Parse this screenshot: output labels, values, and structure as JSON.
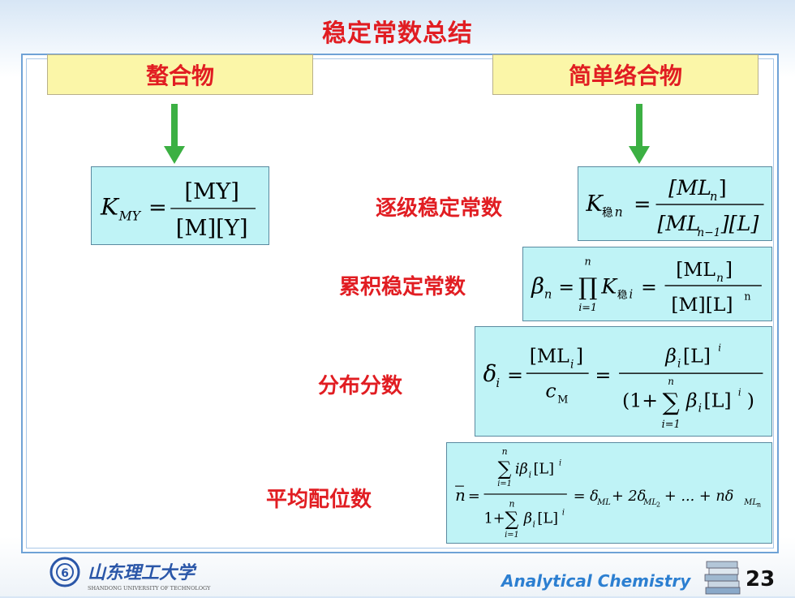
{
  "slide": {
    "title": "稳定常数总结",
    "left_header": "螯合物",
    "right_header": "简单络合物",
    "labels": {
      "stepwise": "逐级稳定常数",
      "cumulative": "累积稳定常数",
      "distribution": "分布分数",
      "average": "平均配位数"
    },
    "formulas": {
      "chelate": {
        "K": "K",
        "sub": "MY",
        "num": "[MY]",
        "den": "[M][Y]"
      },
      "stepwise": {
        "K": "K",
        "sub_cn": "稳",
        "sub_n": "n",
        "num": "[ML",
        "num_sub": "n",
        "num_close": "]",
        "den_a": "[ML",
        "den_sub": "n−1",
        "den_b": "][L]"
      },
      "cumulative": {
        "beta": "β",
        "sub_n": "n",
        "prod_top": "n",
        "prod_bottom": "i=1",
        "K": "K",
        "sub_cn": "稳",
        "sub_i": "i",
        "num": "[ML",
        "num_sub": "n",
        "num_close": "]",
        "den": "[M][L]",
        "den_sup": "n"
      },
      "distribution": {
        "delta": "δ",
        "sub_i": "i",
        "num1": "[ML",
        "num1_sub": "i",
        "num1_close": "]",
        "den1": "c",
        "den1_sub": "M",
        "num2": "β",
        "num2_sub": "i",
        "num2_rest": "[L]",
        "num2_sup": "i",
        "den2_open": "(1+",
        "sum_top": "n",
        "sum_bottom": "i=1",
        "den2_beta": "β",
        "den2_sub": "i",
        "den2_rest": "[L]",
        "den2_sup": "i",
        "den2_close": ")"
      },
      "average": {
        "nbar": "n",
        "num_sum_top": "n",
        "num_sum_bottom": "i=1",
        "num_term": "iβ",
        "num_sub": "i",
        "num_rest": "[L]",
        "num_sup": "i",
        "den_open": "1+",
        "den_sum_top": "n",
        "den_sum_bottom": "i=1",
        "den_term": "β",
        "den_sub": "i",
        "den_rest": "[L]",
        "den_sup": "i",
        "rhs1": "= δ",
        "rhs1_sub": "ML",
        "rhs2": "+ 2δ",
        "rhs2_sub": "ML",
        "rhs2_subsub": "2",
        "rhs3": "+ ... + nδ",
        "rhs3_sub": "ML",
        "rhs3_subsub": "n"
      }
    }
  },
  "footer": {
    "university_name": "山东理工大学",
    "university_en": "SHANDONG UNIVERSITY OF TECHNOLOGY",
    "course": "Analytical Chemistry",
    "page": "23"
  },
  "colors": {
    "title_red": "#e11d22",
    "header_fill": "#fbf6a8",
    "formula_fill": "#bff3f6",
    "arrow_green": "#3cb043",
    "frame_blue": "#6fa2d6",
    "course_blue": "#2c7fd1"
  }
}
